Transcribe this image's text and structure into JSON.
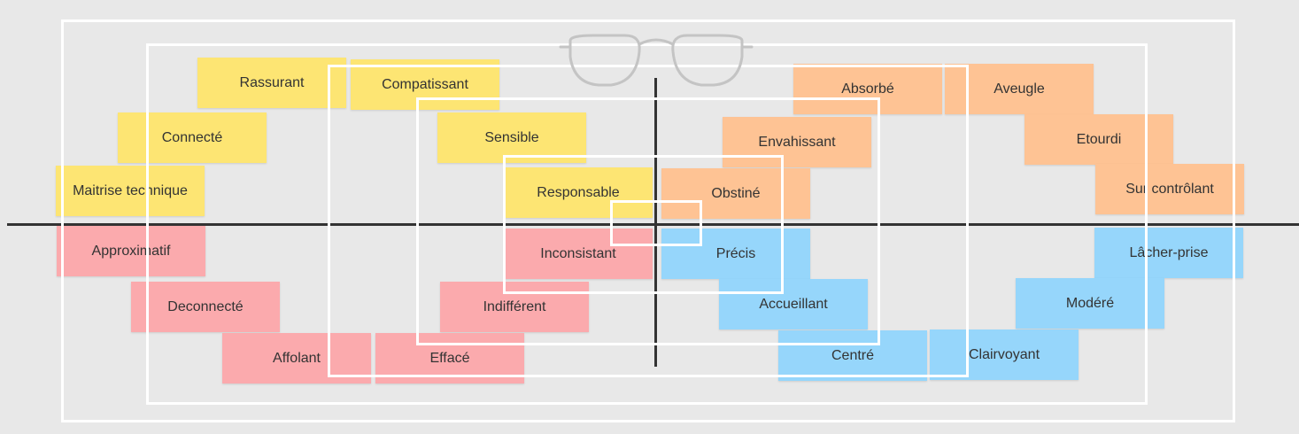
{
  "board": {
    "colors": {
      "background": "#e8e8e8",
      "axis": "#333333",
      "frame": "#ffffff",
      "yellow": "#fde573",
      "orange": "#fec394",
      "red": "#fbaaad",
      "blue": "#96d6fb"
    },
    "decoration_icon": "glasses-icon"
  },
  "notes": {
    "yellow": {
      "rassurant": "Rassurant",
      "compatissant": "Compatissant",
      "connecte": "Connecté",
      "sensible": "Sensible",
      "maitrise": "Maitrise technique",
      "responsable": "Responsable"
    },
    "orange": {
      "absorbe": "Absorbé",
      "aveugle": "Aveugle",
      "envahissant": "Envahissant",
      "etourdi": "Etourdi",
      "obstine": "Obstiné",
      "surcontrolant": "Sur contrôlant"
    },
    "red": {
      "approximatif": "Approximatif",
      "inconsistant": "Inconsistant",
      "deconnecte": "Deconnecté",
      "indifferent": "Indifférent",
      "affolant": "Affolant",
      "efface": "Effacé"
    },
    "blue": {
      "precis": "Précis",
      "lacherprise": "Lâcher-prise",
      "accueillant": "Accueillant",
      "modere": "Modéré",
      "centre": "Centré",
      "clairvoyant": "Clairvoyant"
    }
  }
}
